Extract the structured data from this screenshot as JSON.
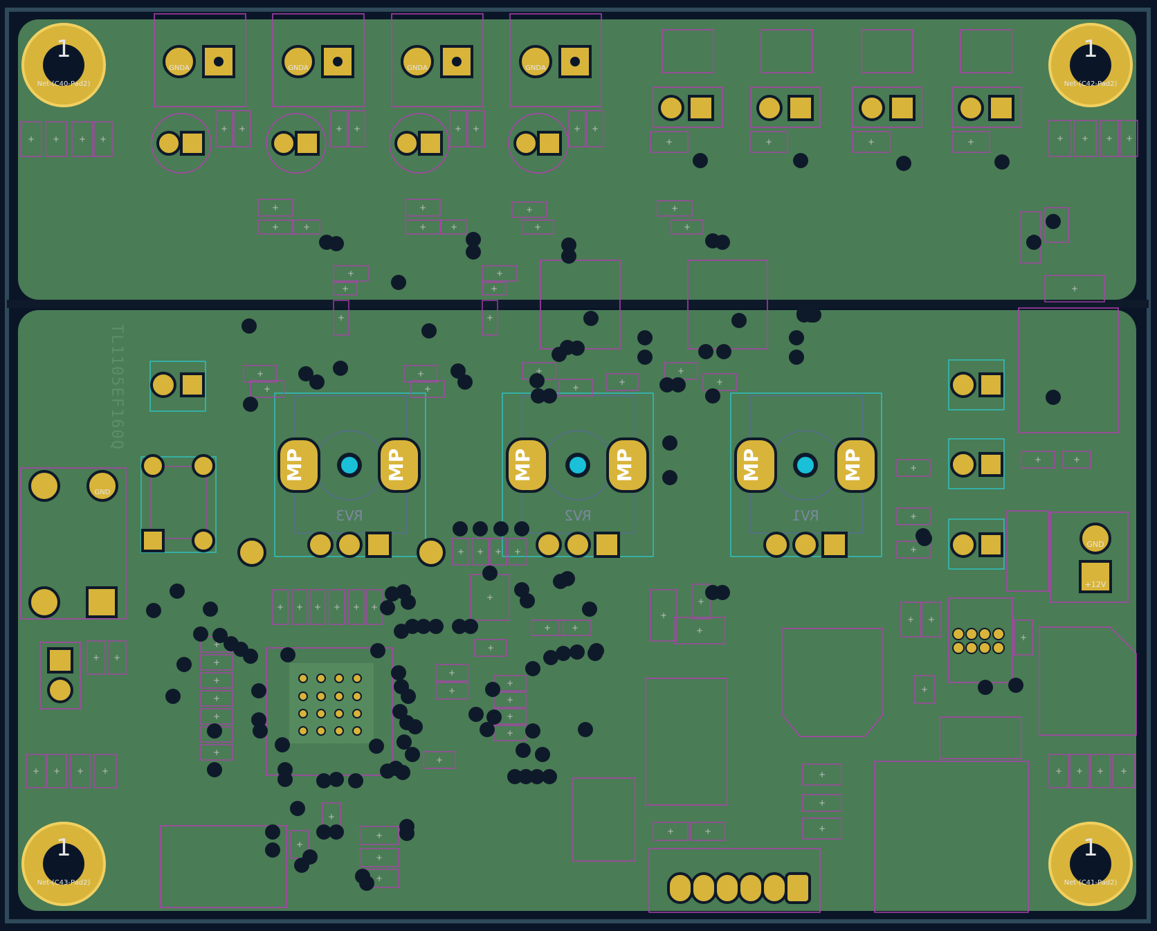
{
  "colors": {
    "background": "#0a1628",
    "board": "#4a7c55",
    "pad": "#d8b43a",
    "pad_dark": "#8a6a10",
    "silk": "#b040b0",
    "courtyard": "#30c0c0",
    "via": "#0e1a2a",
    "hole": "#0a1628",
    "text_light": "#e6e6e6",
    "ref_text": "#7b8a9e",
    "mp_blue": "#19c0d8"
  },
  "board_text": "TL1105EF160Q",
  "mounting_holes": [
    {
      "id": "C40",
      "number": "1",
      "net": "Net-(C40-Pad2)"
    },
    {
      "id": "C42",
      "number": "1",
      "net": "Net-(C42-Pad2)"
    },
    {
      "id": "C43",
      "number": "1",
      "net": "Net-(C43-Pad2)"
    },
    {
      "id": "C41",
      "number": "1",
      "net": "Net-(C41-Pad2)"
    }
  ],
  "potentiometers": [
    {
      "ref": "RV3",
      "mp_left": "MP",
      "mp_right": "MP"
    },
    {
      "ref": "RV2",
      "mp_left": "MP",
      "mp_right": "MP"
    },
    {
      "ref": "RV1",
      "mp_left": "MP",
      "mp_right": "MP"
    }
  ],
  "pad_labels": {
    "gnda": "GNDA",
    "gnd": "GND",
    "p12v": "+12V"
  }
}
